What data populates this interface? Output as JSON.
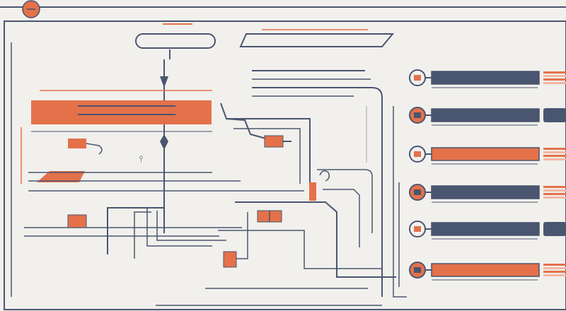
{
  "colors": {
    "background": "#f1f0ec",
    "ink": "#4a5570",
    "accent": "#e4714a",
    "accent_soft": "#f3b7a3",
    "panel": "#e9e7e2"
  },
  "icons": {
    "header_dot": "orange-circle-icon",
    "row_icons": [
      "speech-bubble-icon",
      "flame-icon",
      "hexagon-icon",
      "server-icon",
      "stack-icon",
      "gear-icon"
    ]
  },
  "rows": [
    {
      "bar_color": "ink"
    },
    {
      "bar_color": "ink"
    },
    {
      "bar_color": "accent"
    },
    {
      "bar_color": "ink"
    },
    {
      "bar_color": "ink"
    },
    {
      "bar_color": "accent"
    }
  ]
}
